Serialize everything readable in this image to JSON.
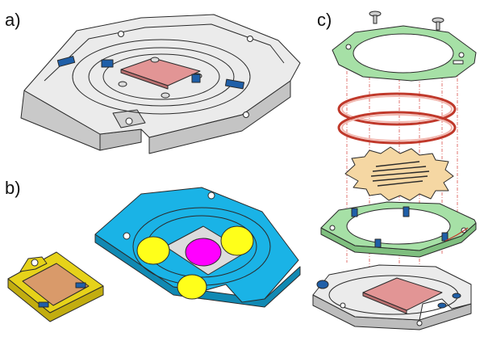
{
  "labels": {
    "a": "a)",
    "b": "b)",
    "c": "c)"
  },
  "colors": {
    "outline": "#2a2a2a",
    "plate_gray": "#e3e3e3",
    "plate_gray_side": "#bdbdbd",
    "sample_pink": "#e29595",
    "clip_blue": "#1f5fa8",
    "plate_cyan": "#1ab3e6",
    "pad_yellow": "#ffff1a",
    "spot_magenta": "#ff00ff",
    "frame_yellow": "#e6d21a",
    "ring_green": "#a6e0a6",
    "gasket_red": "#c0392b",
    "mask_tan": "#f5d7a3",
    "guide_red": "#d9534f"
  },
  "icons": [
    "screw-icon",
    "clip-icon",
    "bolt-icon"
  ]
}
